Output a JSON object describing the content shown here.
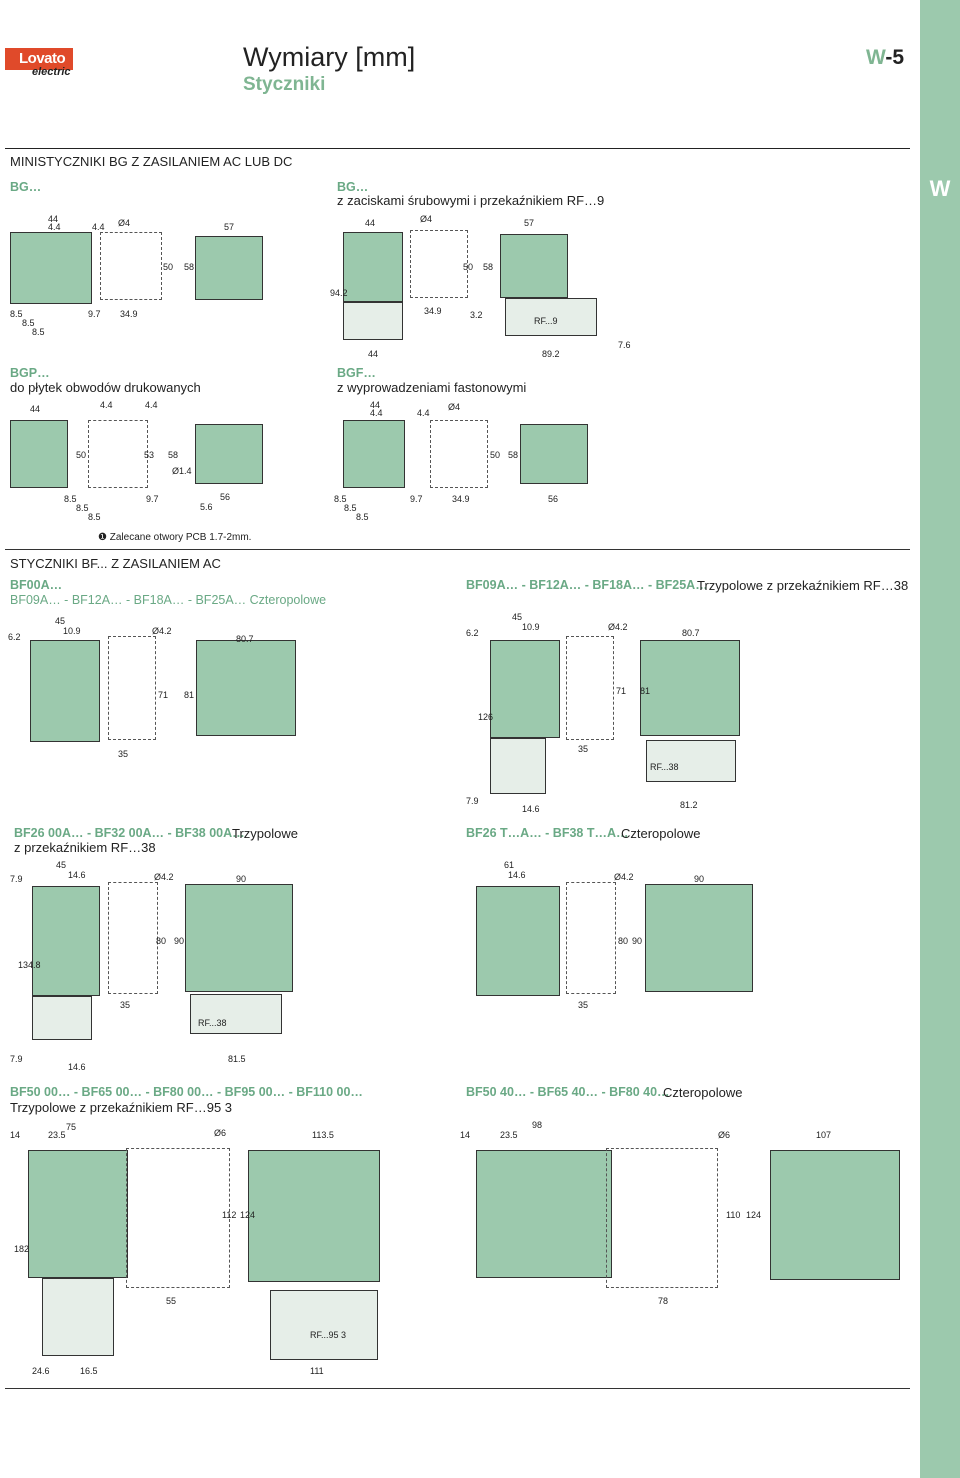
{
  "header": {
    "logo_text": "Lovato",
    "logo_sub": "electric",
    "title": "Wymiary [mm]",
    "subtitle": "Styczniki",
    "page_prefix": "W",
    "page_suffix": "-5",
    "side_letter": "W"
  },
  "sections": {
    "mini_title": "MINISTYCZNIKI BG Z ZASILANIEM AC LUB DC",
    "bg_label": "BG…",
    "bg2_label": "BG…",
    "bg2_desc": "z zaciskami śrubowymi i przekaźnikiem RF…9",
    "bgp_label": "BGP…",
    "bgp_desc": "do płytek obwodów drukowanych",
    "bgf_label": "BGF…",
    "bgf_desc": "z wyprowadzeniami fastonowymi",
    "note": "❶ Zalecane otwory PCB 1.7-2mm.",
    "bf_title": "STYCZNIKI BF... Z ZASILANIEM AC",
    "bf00_label": "BF00A…",
    "bf00_desc": "BF09A… - BF12A… - BF18A… - BF25A… Czteropolowe",
    "bf09_label": "BF09A… - BF12A… - BF18A… - BF25A…",
    "bf09_desc": "Trzypolowe z przekaźnikiem RF…38",
    "bf26_label": "BF26 00A… - BF32 00A… - BF38 00A…",
    "bf26_desc1": "Trzypolowe",
    "bf26_desc2": "z przekaźnikiem RF…38",
    "bf26t_label": "BF26 T…A… - BF38 T…A…",
    "bf26t_desc": "Czteropolowe",
    "bf50_label": "BF50 00… - BF65 00… - BF80 00… - BF95 00… - BF110 00…",
    "bf50_desc": "Trzypolowe z przekaźnikiem RF…95 3",
    "bf50_4_label": "BF50 40… - BF65 40… - BF80 40…",
    "bf50_4_desc": "Czteropolowe"
  },
  "dims": {
    "bg": [
      "44",
      "4.4",
      "4.4",
      "Ø4",
      "57",
      "50",
      "58",
      "8.5",
      "8.5",
      "8.5",
      "9.7",
      "34.9"
    ],
    "bg2": [
      "44",
      "Ø4",
      "57",
      "50",
      "58",
      "94.2",
      "34.9",
      "3.2",
      "RF...9",
      "7.6",
      "44",
      "89.2"
    ],
    "bgp": [
      "44",
      "4.4",
      "4.4",
      "50",
      "53",
      "58",
      "Ø1.4",
      "56",
      "8.5",
      "8.5",
      "8.5",
      "9.7",
      "5.6"
    ],
    "bgf": [
      "44",
      "4.4",
      "4.4",
      "Ø4",
      "50",
      "58",
      "8.5",
      "8.5",
      "8.5",
      "9.7",
      "34.9",
      "56"
    ],
    "bf00": [
      "45",
      "10.9",
      "6.2",
      "Ø4.2",
      "80.7",
      "71",
      "81",
      "35"
    ],
    "bf09": [
      "45",
      "10.9",
      "6.2",
      "Ø4.2",
      "80.7",
      "71",
      "81",
      "126",
      "35",
      "RF...38",
      "7.9",
      "14.6",
      "81.2"
    ],
    "bf26": [
      "45",
      "14.6",
      "7.9",
      "Ø4.2",
      "90",
      "80",
      "90",
      "134.8",
      "35",
      "RF...38",
      "7.9",
      "14.6",
      "81.5"
    ],
    "bf26t": [
      "61",
      "14.6",
      "Ø4.2",
      "90",
      "80",
      "90",
      "35"
    ],
    "bf50": [
      "75",
      "14",
      "23.5",
      "Ø6",
      "113.5",
      "112",
      "124",
      "182",
      "55",
      "RF...95 3",
      "24.6",
      "16.5",
      "111"
    ],
    "bf50_4": [
      "98",
      "14",
      "23.5",
      "Ø6",
      "107",
      "110",
      "124",
      "78"
    ]
  }
}
